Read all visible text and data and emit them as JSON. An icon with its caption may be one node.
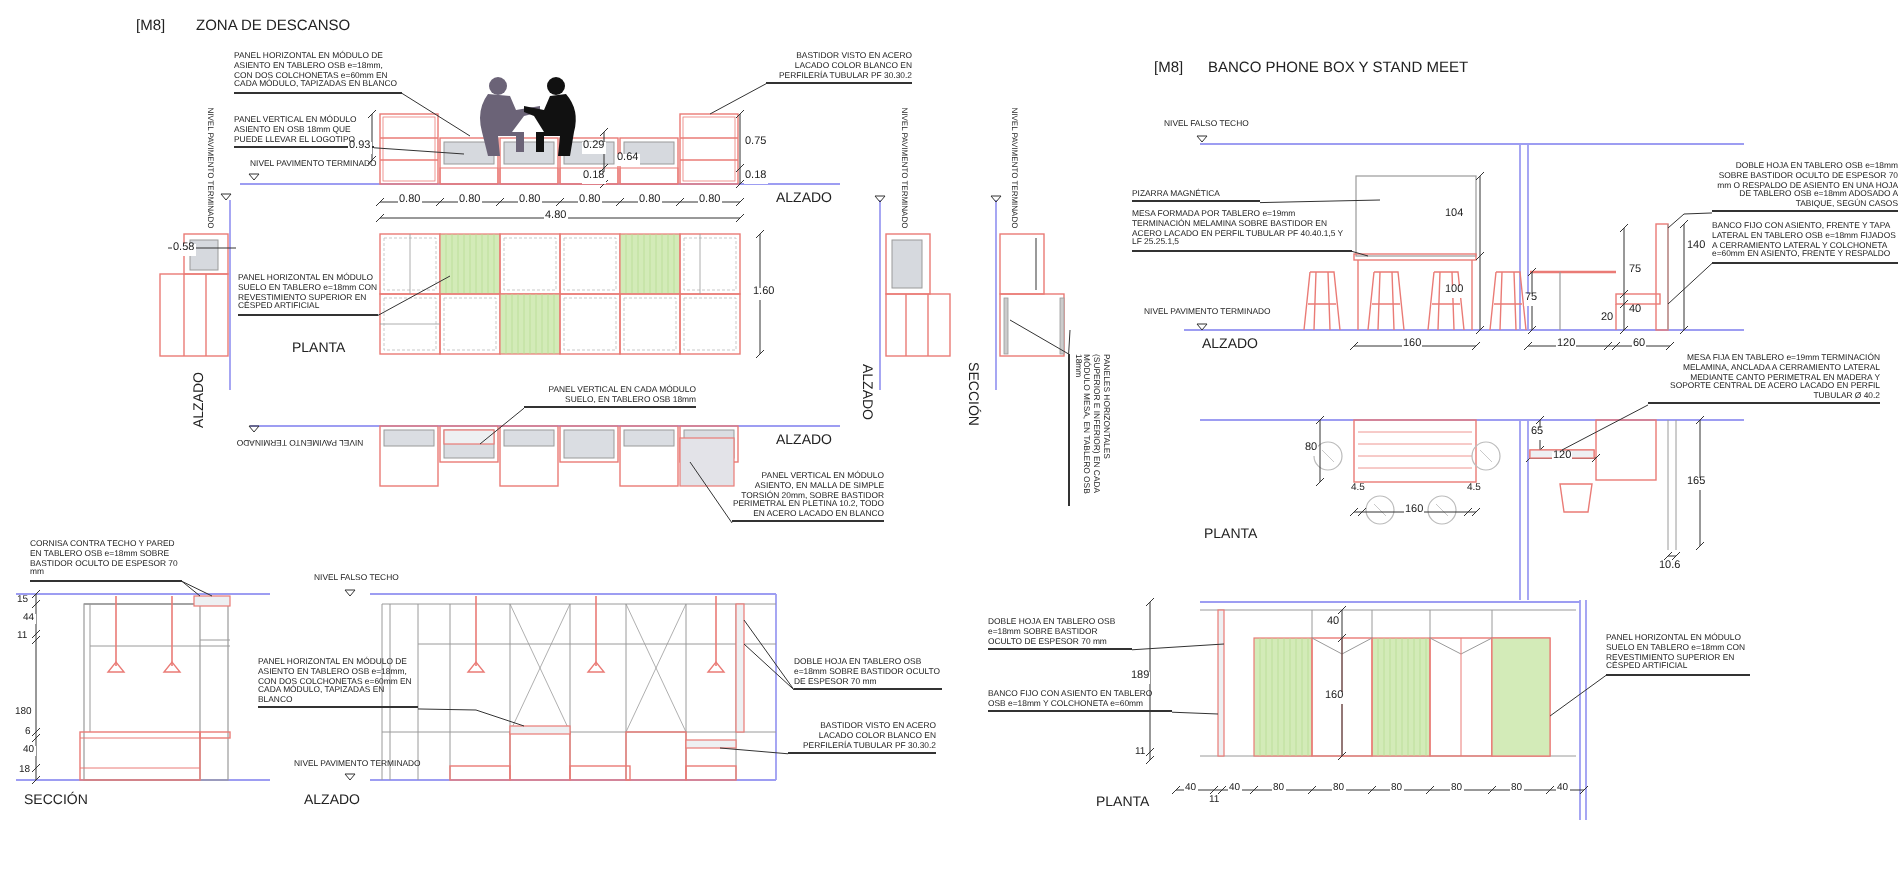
{
  "diagram": {
    "nodes": [
      {
        "text": [
          "PANEL HORIZONTAL EN MÓDULO DE ASIENTO EN TABLERO OSB e=18mm, CON DOS COLCHONETAS e=60mm EN CADA MÓDULO, TAPIZADAS EN BLANCO"
        ]
      },
      {
        "text": [
          "PANEL VERTICAL EN MÓDULO ASIENTO EN OSB 18mm QUE PUEDE LLEVAR EL LOGOTIPO"
        ]
      },
      {
        "text": [
          "BASTIDOR VISTO EN ACERO LACADO COLOR BLANCO EN PERFILERÍA TUBULAR PF 30.30.2"
        ]
      },
      {
        "text": [
          "PANEL HORIZONTAL EN MÓDULO SUELO EN TABLERO e=18mm CON REVESTIMIENTO SUPERIOR EN CÉSPED ARTIFICIAL"
        ]
      },
      {
        "text": [
          "PANEL VERTICAL EN CADA MÓDULO SUELO, EN TABLERO OSB 18mm"
        ]
      },
      {
        "text": [
          "PANEL VERTICAL EN MÓDULO ASIENTO, EN MALLA DE SIMPLE TORSIÓN 20mm, SOBRE BASTIDOR PERIMETRAL EN PLETINA 10.2, TODO EN ACERO LACADO EN BLANCO"
        ]
      },
      {
        "text": [
          "PANELES HORIZONTALES (SUPERIOR E INFERIOR) EN CADA MÓDULO MESA, EN TABLERO OSB 18mm"
        ]
      },
      {
        "text": [
          "CORNISA CONTRA TECHO Y PARED EN TABLERO OSB e=18mm SOBRE BASTIDOR OCULTO DE ESPESOR 70 mm"
        ]
      },
      {
        "text": [
          "PANEL HORIZONTAL EN MÓDULO DE ASIENTO EN TABLERO OSB e=18mm, CON DOS COLCHONETAS e=60mm EN CADA MÓDULO, TAPIZADAS EN BLANCO"
        ]
      },
      {
        "text": [
          "DOBLE HOJA EN TABLERO OSB e=18mm SOBRE BASTIDOR OCULTO DE ESPESOR 70 mm"
        ]
      },
      {
        "text": [
          "BASTIDOR VISTO EN ACERO LACADO COLOR BLANCO EN PERFILERÍA TUBULAR PF 30.30.2"
        ]
      },
      {
        "text": [
          "PIZARRA MAGNÉTICA"
        ]
      },
      {
        "text": [
          "MESA FORMADA POR TABLERO e=19mm TERMINACIÓN MELAMINA SOBRE BASTIDOR EN ACERO LACADO EN PERFIL TUBULAR PF 40.40.1,5 Y LF 25.25.1,5"
        ]
      },
      {
        "text": [
          "DOBLE HOJA EN TABLERO OSB e=18mm SOBRE BASTIDOR OCULTO DE ESPESOR 70 mm O RESPALDO DE ASIENTO EN UNA HOJA DE TABLERO OSB e=18mm ADOSADO A TABIQUE, SEGÚN CASOS"
        ]
      },
      {
        "text": [
          "BANCO FIJO CON ASIENTO, FRENTE Y TAPA LATERAL EN TABLERO OSB e=18mm FIJADOS A CERRAMIENTO LATERAL Y COLCHONETA e=60mm EN ASIENTO, FRENTE Y RESPALDO"
        ]
      },
      {
        "text": [
          "MESA FIJA EN TABLERO e=19mm TERMINACIÓN MELAMINA, ANCLADA A CERRAMIENTO LATERAL MEDIANTE CANTO PERIMETRAL EN MADERA Y SOPORTE CENTRAL DE ACERO LACADO EN PERFIL TUBULAR Ø 40.2"
        ]
      },
      {
        "text": [
          "DOBLE HOJA EN TABLERO OSB e=18mm SOBRE BASTIDOR OCULTO DE ESPESOR 70 mm"
        ]
      },
      {
        "text": [
          "BANCO FIJO CON ASIENTO EN TABLERO OSB e=18mm Y COLCHONETA e=60mm"
        ]
      },
      {
        "text": [
          "PANEL HORIZONTAL EN MÓDULO SUELO EN TABLERO e=18mm CON REVESTIMIENTO SUPERIOR EN CÉSPED ARTIFICIAL"
        ]
      },
      {
        "text": [],
        "shape": "box"
      },
      {
        "text": [],
        "shape": "box"
      },
      {
        "text": [],
        "shape": "box"
      },
      {
        "text": [],
        "shape": "box"
      },
      {
        "text": [],
        "shape": "box"
      },
      {
        "text": [],
        "shape": "box"
      },
      {
        "text": [],
        "shape": "box"
      },
      {
        "text": [],
        "shape": "box"
      }
    ],
    "edges": [
      {
        "from": 0,
        "to": null,
        "arrow": "none"
      },
      {
        "from": 1,
        "to": null,
        "arrow": "none"
      },
      {
        "from": 2,
        "to": null,
        "arrow": "none"
      },
      {
        "from": 3,
        "to": null,
        "arrow": "none"
      },
      {
        "from": 4,
        "to": 19,
        "arrow": "none"
      },
      {
        "from": 5,
        "to": null,
        "arrow": "none"
      },
      {
        "from": 6,
        "to": null,
        "arrow": "none"
      },
      {
        "from": 6,
        "to": null,
        "arrow": "none"
      },
      {
        "from": 7,
        "to": 20,
        "arrow": "none"
      },
      {
        "from": 7,
        "to": 20,
        "arrow": "none"
      },
      {
        "from": 8,
        "to": 21,
        "arrow": "none"
      },
      {
        "from": 9,
        "to": 22,
        "arrow": "none"
      },
      {
        "from": 9,
        "to": 22,
        "arrow": "none"
      },
      {
        "from": 10,
        "to": 23,
        "arrow": "none"
      },
      {
        "from": 11,
        "to": null,
        "arrow": "none"
      },
      {
        "from": 12,
        "to": null,
        "arrow": "none"
      },
      {
        "from": 13,
        "to": null,
        "arrow": "none"
      },
      {
        "from": 14,
        "to": null,
        "arrow": "none"
      },
      {
        "from": 15,
        "to": 24,
        "arrow": "none"
      },
      {
        "from": 16,
        "to": 25,
        "arrow": "none"
      },
      {
        "from": 17,
        "to": 25,
        "arrow": "none"
      },
      {
        "from": 18,
        "to": 26,
        "arrow": "none"
      }
    ],
    "labels": [
      "[M8]",
      "ZONA DE DESCANSO",
      "[M8]",
      "BANCO PHONE BOX Y STAND MEET",
      "NIVEL PAVIMENTO TERMINADO",
      "0.93",
      "0.29",
      "0.64",
      "0.18",
      "0.75",
      "0.18",
      "0.80",
      "0.80",
      "0.80",
      "0.80",
      "0.80",
      "0.80",
      "4.80",
      "0.58",
      "1.60",
      "PLANTA",
      "ALZADO",
      "NIVEL PAVIMENTO TERMINADO",
      "ALZADO",
      "NIVEL PAVIMENTO TERMINADO",
      "NIVEL PAVIMENTO TERMINADO",
      "ALZADO",
      "SECCIÓN",
      "NIVEL PAVIMENTO TERMINADO",
      "ALZADO",
      "SECCIÓN",
      "ALZADO",
      "NIVEL FALSO TECHO",
      "NIVEL PAVIMENTO TERMINADO",
      "15",
      "44",
      "11",
      "180",
      "6",
      "40",
      "18",
      "NIVEL FALSO TECHO",
      "NIVEL PAVIMENTO TERMINADO",
      "ALZADO",
      "104",
      "100",
      "160",
      "75",
      "120",
      "60",
      "20",
      "40",
      "75",
      "140",
      "80",
      "65",
      "120",
      "165",
      "10.6",
      "4.5",
      "160",
      "4.5",
      "PLANTA",
      "189",
      "11",
      "40",
      "160",
      "PLANTA",
      "40",
      "11",
      "40",
      "80",
      "80",
      "80",
      "80",
      "80",
      "40"
    ]
  }
}
